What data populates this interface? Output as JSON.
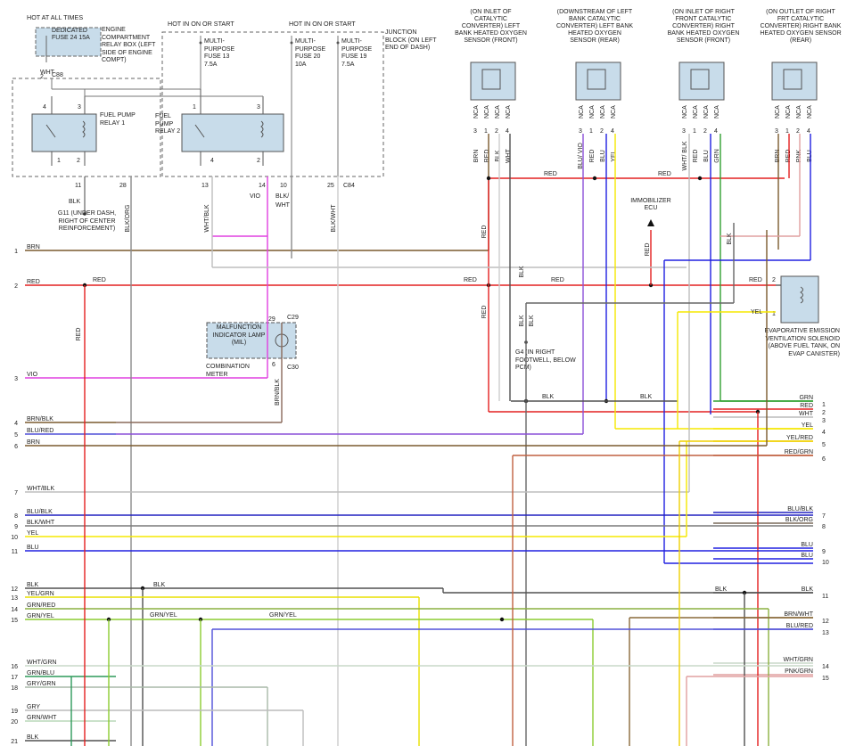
{
  "top_labels": {
    "hot_all": "HOT AT ALL TIMES",
    "hot_run_1": "HOT IN ON OR START",
    "hot_run_2": "HOT IN ON OR START"
  },
  "fuse_box": {
    "name": "DEDICATED FUSE 24 15A",
    "location": "ENGINE COMPARTMENT RELAY BOX (LEFT SIDE OF ENGINE COMPT)"
  },
  "junction_block": {
    "label": "JUNCTION BLOCK (ON LEFT END OF DASH)"
  },
  "fuses": [
    {
      "name": "MULTI-PURPOSE FUSE 13",
      "rating": "7.5A"
    },
    {
      "name": "MULTI-PURPOSE FUSE 20",
      "rating": "10A"
    },
    {
      "name": "MULTI-PURPOSE FUSE 19",
      "rating": "7.5A"
    }
  ],
  "relays": [
    {
      "name": "FUEL PUMP RELAY 1"
    },
    {
      "name": "FUEL PUMP RELAY 2"
    }
  ],
  "sensors": [
    {
      "title": "(ON INLET OF CATALYTIC CONVERTER) LEFT BANK HEATED OXYGEN SENSOR (FRONT)"
    },
    {
      "title": "(DOWNSTREAM OF LEFT BANK CATALYTIC CONVERTER) LEFT BANK HEATED OXYGEN SENSOR (REAR)"
    },
    {
      "title": "(ON INLET OF RIGHT FRONT CATALYTIC CONVERTER) RIGHT BANK HEATED OXYGEN SENSOR (FRONT)"
    },
    {
      "title": "(ON OUTLET OF RIGHT FRT CATALYTIC CONVERTER) RIGHT BANK HEATED OXYGEN SENSOR (REAR)"
    }
  ],
  "ground_g11": "G11 (UNDER DASH, RIGHT OF CENTER REINFORCEMENT)",
  "ground_g4": "G4 (IN RIGHT FOOTWELL, BELOW PCM)",
  "mil": "MALFUNCTION INDICATOR LAMP (MIL)",
  "combination_meter": "COMBINATION METER",
  "immobilizer": "IMMOBILIZER ECU",
  "evap": "EVAPORATIVE EMISSION VENTILATION SOLENOID (ABOVE FUEL TANK, ON EVAP CANISTER)",
  "connectors": {
    "c88": "C88",
    "c84": "C84",
    "c29": "C29",
    "c30": "C30"
  },
  "left_pins": [
    {
      "num": "1",
      "wire": "BRN",
      "color": "#7a5a2e"
    },
    {
      "num": "2",
      "wire": "RED",
      "color": "#e32020"
    },
    {
      "num": "3",
      "wire": "VIO",
      "color": "#e040e0"
    },
    {
      "num": "4",
      "wire": "BRN/BLK",
      "color": "#7a5a2e"
    },
    {
      "num": "5",
      "wire": "BLU/RED",
      "color": "#5050d8"
    },
    {
      "num": "6",
      "wire": "BRN",
      "color": "#7a5a2e"
    },
    {
      "num": "7",
      "wire": "WHT/BLK",
      "color": "#bdbdbd"
    },
    {
      "num": "8",
      "wire": "BLU/BLK",
      "color": "#2020c0"
    },
    {
      "num": "9",
      "wire": "BLK/WHT",
      "color": "#7a7a7a"
    },
    {
      "num": "10",
      "wire": "YEL",
      "color": "#f5e800"
    },
    {
      "num": "11",
      "wire": "BLU",
      "color": "#2020e0"
    },
    {
      "num": "12",
      "wire": "BLK",
      "color": "#505050"
    },
    {
      "num": "13",
      "wire": "YEL/GRN",
      "color": "#e8e000"
    },
    {
      "num": "14",
      "wire": "GRN/RED",
      "color": "#8cb040"
    },
    {
      "num": "15",
      "wire": "GRN/YEL",
      "color": "#8ccc30"
    },
    {
      "num": "16",
      "wire": "WHT/GRN",
      "color": "#c8d8c8"
    },
    {
      "num": "17",
      "wire": "GRN/BLU",
      "color": "#2d9a5a"
    },
    {
      "num": "18",
      "wire": "GRY/GRN",
      "color": "#a8b8a8"
    },
    {
      "num": "19",
      "wire": "GRY",
      "color": "#bbbbbb"
    },
    {
      "num": "20",
      "wire": "GRN/WHT",
      "color": "#b8d8b8"
    },
    {
      "num": "21",
      "wire": "BLK",
      "color": "#505050"
    }
  ],
  "right_pins": [
    {
      "num": "1",
      "wire": "GRN",
      "color": "#30a030"
    },
    {
      "num": "2",
      "wire": "RED",
      "color": "#e32020"
    },
    {
      "num": "3",
      "wire": "WHT",
      "color": "#bbbbbb"
    },
    {
      "num": "4",
      "wire": "YEL",
      "color": "#f5e800"
    },
    {
      "num": "5",
      "wire": "YEL/RED",
      "color": "#f0d000"
    },
    {
      "num": "6",
      "wire": "RED/GRN",
      "color": "#c06040"
    },
    {
      "num": "7",
      "wire": "BLU/BLK",
      "color": "#2020c0"
    },
    {
      "num": "8",
      "wire": "BLK/ORG",
      "color": "#7a6a5a"
    },
    {
      "num": "9",
      "wire": "BLU",
      "color": "#2020e0"
    },
    {
      "num": "10",
      "wire": "BLU",
      "color": "#2020e0"
    },
    {
      "num": "11",
      "wire": "BLK",
      "color": "#505050"
    },
    {
      "num": "12",
      "wire": "BRN/WHT",
      "color": "#8a6a3a"
    },
    {
      "num": "13",
      "wire": "BLU/RED",
      "color": "#5050d8"
    },
    {
      "num": "14",
      "wire": "WHT/GRN",
      "color": "#c8d8c8"
    },
    {
      "num": "15",
      "wire": "PNK/GRN",
      "color": "#e0a0a0"
    }
  ],
  "wire_labels": {
    "blk": "BLK",
    "red": "RED",
    "blk_org": "BLK/ORG",
    "wht_blk": "WHT/BLK",
    "vio": "VIO",
    "blk_wht": "BLK/WHT",
    "brn_blk": "BRN/BLK",
    "grn_yel": "GRN/YEL",
    "wht": "WHT",
    "yel": "YEL",
    "blu": "BLU",
    "grn": "GRN",
    "brn": "BRN",
    "pnk": "PNK",
    "nca": "NCA",
    "blu_vio": "BLU/ VIO",
    "wht_blk2": "WHT/ BLK",
    "blk_wht2": "BLK/ WHT"
  }
}
